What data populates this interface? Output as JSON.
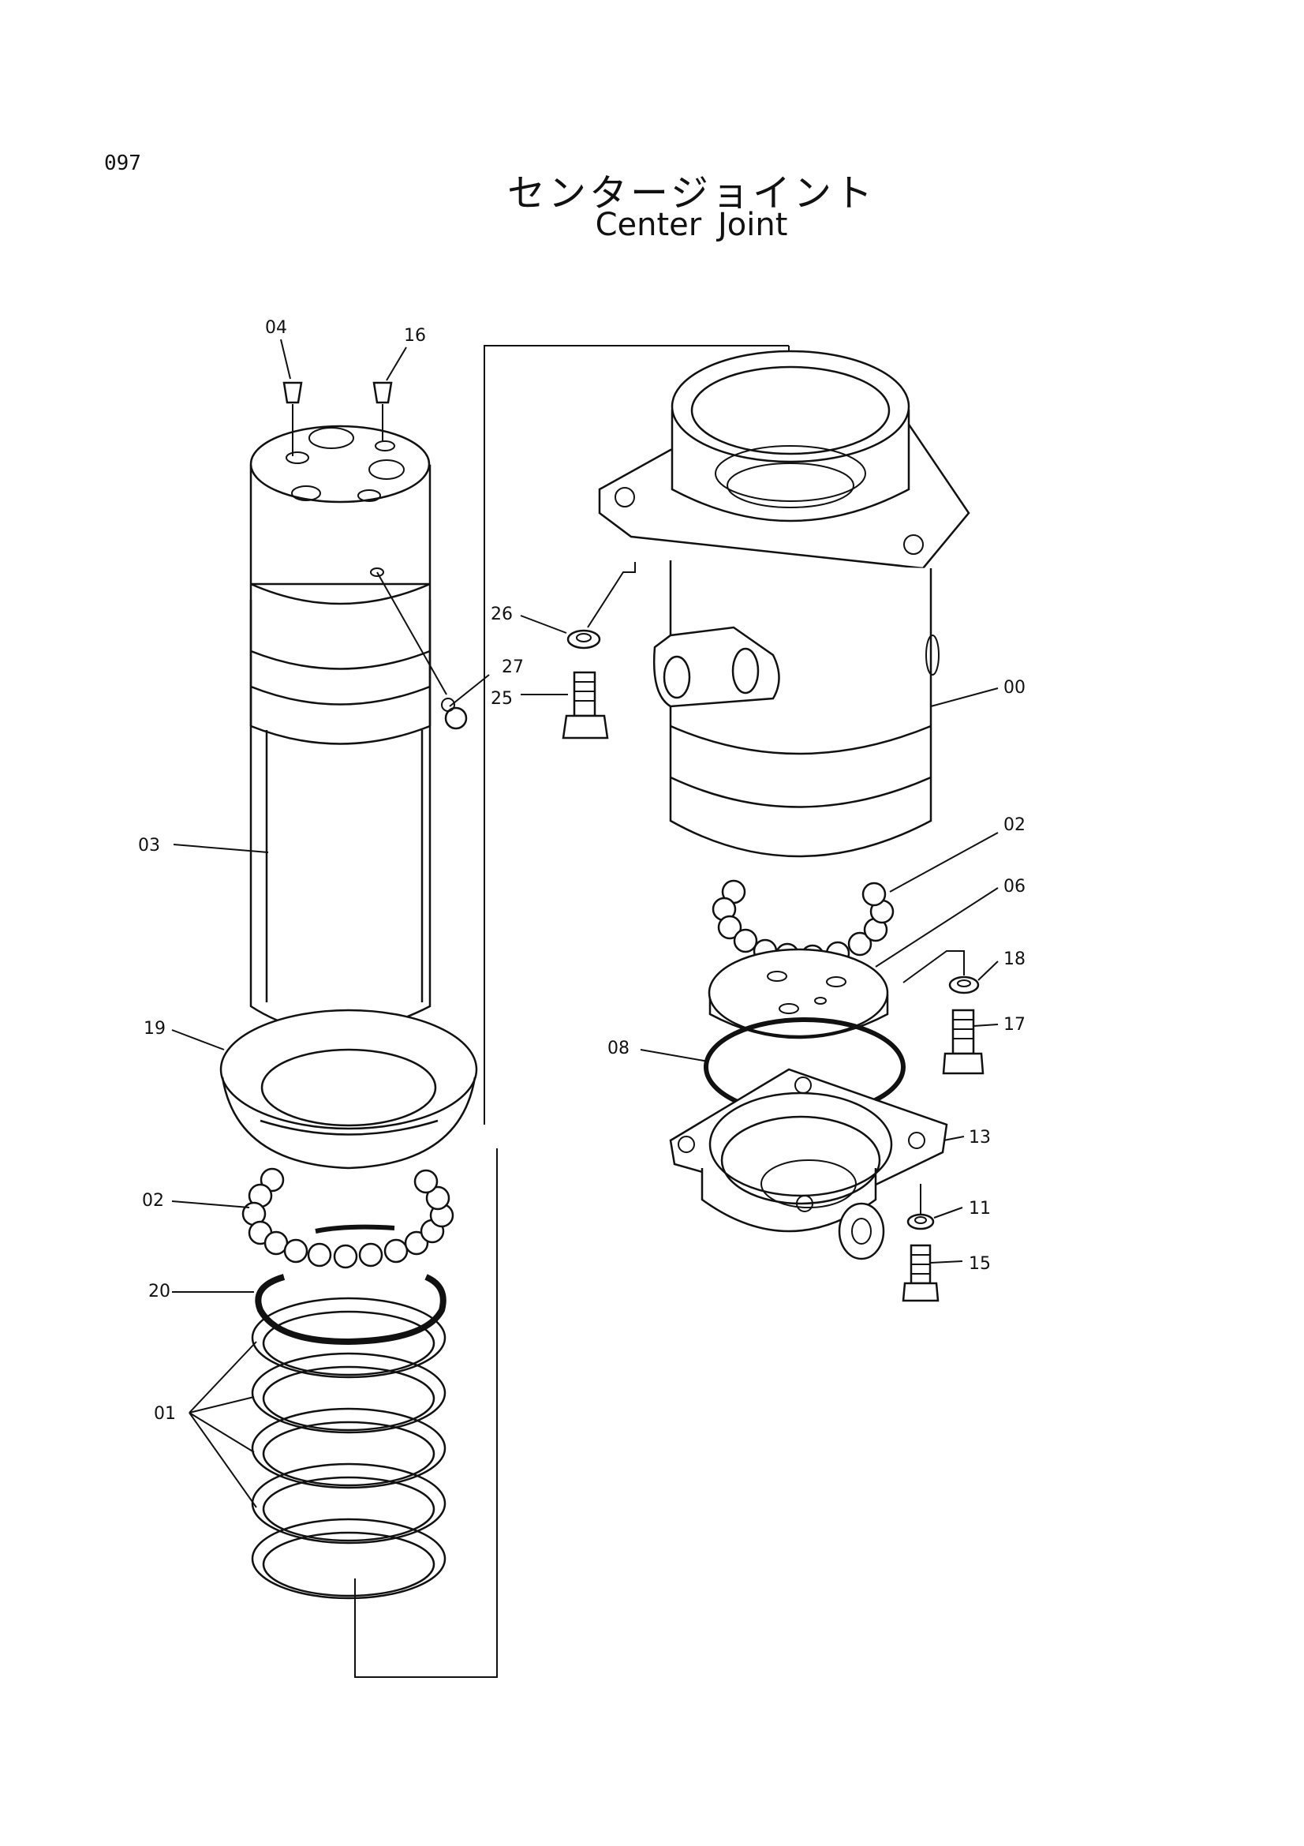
{
  "page_number": "097",
  "title_jp": "センタージョイント",
  "title_en": "Center Joint",
  "callouts": {
    "c04": "04",
    "c16": "16",
    "c26": "26",
    "c27": "27",
    "c25": "25",
    "c00": "00",
    "c03": "03",
    "c02a": "02",
    "c06": "06",
    "c18": "18",
    "c17": "17",
    "c19": "19",
    "c08": "08",
    "c13": "13",
    "c02b": "02",
    "c11": "11",
    "c15": "15",
    "c20": "20",
    "c01": "01"
  }
}
